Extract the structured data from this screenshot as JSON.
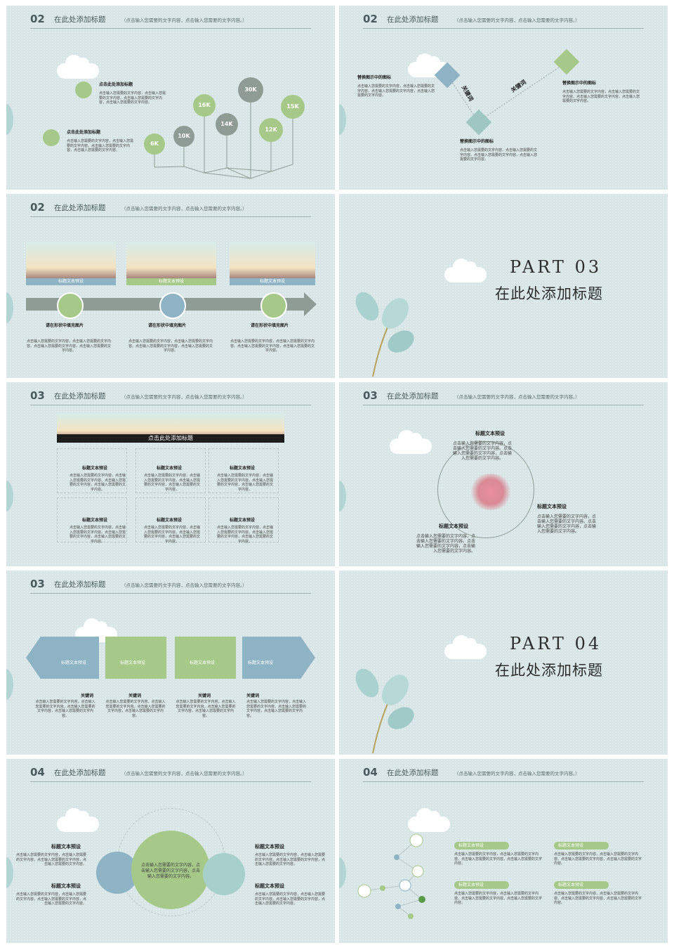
{
  "hdr_sub": "（点击输入您需要的文字内容，点击输入您需要的文字内容。）",
  "title": "在此处添加标题",
  "lorem": "点击输入您需要的文字内容，点击输入您需要的文字内容。点击输入您需要的文字内容，点击输入您需要的文字内容。",
  "s1": {
    "num": "02",
    "h1": "点击此处添加标题",
    "h2": "点击此处添加标题",
    "pins": [
      "6K",
      "10K",
      "16K",
      "14K",
      "30K",
      "12K",
      "15K"
    ]
  },
  "s2": {
    "num": "02",
    "left_title": "替换图示中的图标",
    "right_title": "替换图示中的图标",
    "bottom_title": "替换图示中的图标",
    "kw1": "关键词",
    "kw2": "关键词"
  },
  "s3": {
    "num": "02",
    "caps": [
      "标题文本预设",
      "标题文本预设",
      "标题文本预设"
    ],
    "heads": [
      "请在形状中填充图片",
      "请在形状中填充图片",
      "请在形状中填充图片"
    ]
  },
  "s4": {
    "part": "PART 03",
    "sub": "在此处添加标题"
  },
  "s5": {
    "num": "03",
    "banner": "点击此处添加标题",
    "cells": [
      "标题文本预设",
      "标题文本预设",
      "标题文本预设",
      "标题文本预设",
      "标题文本预设",
      "标题文本预设"
    ]
  },
  "s6": {
    "num": "03",
    "t1": "标题文本预设",
    "t2": "标题文本预设",
    "t3": "标题文本预设",
    "p1": "点击输入您需要的文字内容，点击输入您需要的文字内容。点击输入您需要的文字内容，点击输入您需要的文字内容。"
  },
  "s7": {
    "num": "03",
    "boxes": [
      "标题文本预设",
      "标题文本预设",
      "标题文本预设",
      "标题文本预设"
    ],
    "kw": [
      "关键词",
      "关键词",
      "关键词",
      "关键词"
    ]
  },
  "s8": {
    "part": "PART 04",
    "sub": "在此处添加标题"
  },
  "s9": {
    "num": "04",
    "labels": [
      "标题文本预设",
      "标题文本预设",
      "标题文本预设",
      "标题文本预设"
    ],
    "center": "点击输入您需要的文字内容，点击输入您需要的文字内容，点击输入您需要的文字内容。"
  },
  "s10": {
    "num": "04",
    "tags": [
      "标题文本预设",
      "标题文本预设",
      "标题文本预设",
      "标题文本预设"
    ]
  }
}
